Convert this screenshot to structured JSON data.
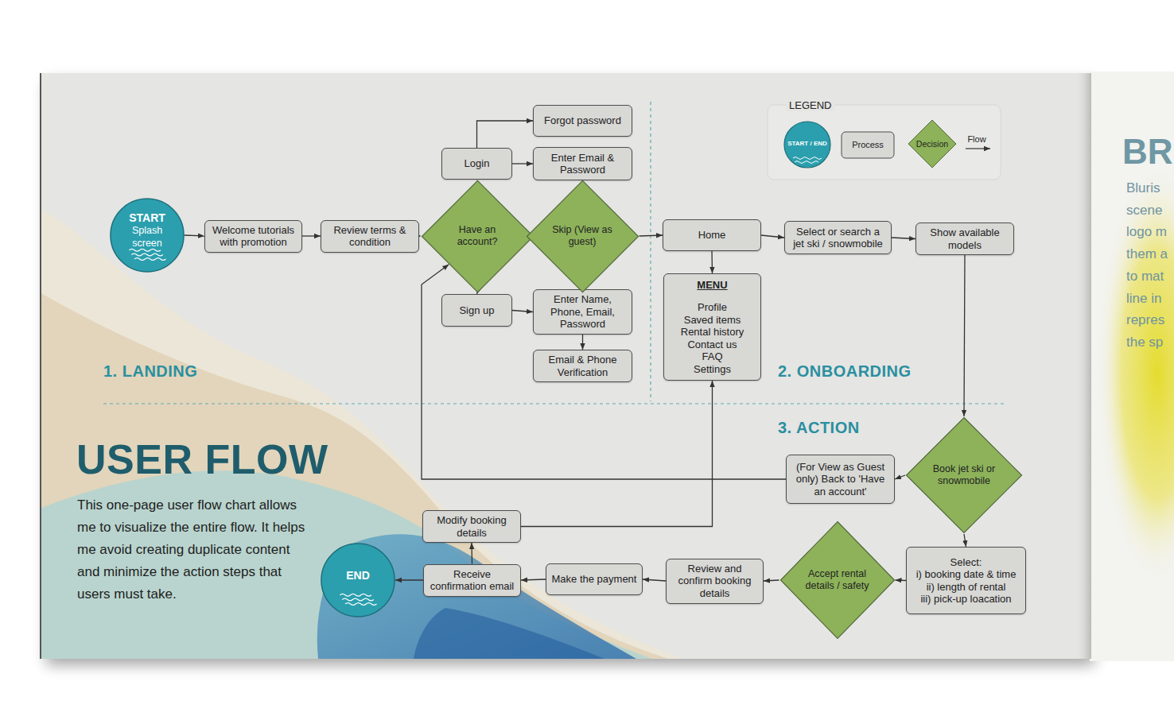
{
  "diagram": {
    "title": "USER FLOW",
    "caption": "This one-page user flow chart allows me to visualize the entire flow. It helps me avoid creating duplicate content and minimize the action steps that users must take.",
    "nodes": [
      {
        "text": [
          "START",
          "Splash screen"
        ]
      },
      {
        "text": [
          "Welcome tutorials with promotion"
        ]
      },
      {
        "text": [
          "Review terms & condition"
        ]
      },
      {
        "text": [
          "Have an account?"
        ]
      },
      {
        "text": [
          "Login"
        ]
      },
      {
        "text": [
          "Forgot password"
        ]
      },
      {
        "text": [
          "Enter Email & Password"
        ]
      },
      {
        "text": [
          "Sign up"
        ]
      },
      {
        "text": [
          "Enter Name, Phone, Email, Password"
        ]
      },
      {
        "text": [
          "Email & Phone Verification"
        ]
      },
      {
        "text": [
          "Skip (View as guest)"
        ]
      },
      {
        "text": [
          "Home"
        ]
      },
      {
        "text": [
          "MENU",
          "Profile",
          "Saved items",
          "Rental history",
          "Contact us",
          "FAQ",
          "Settings"
        ]
      },
      {
        "text": [
          "Select or search a jet ski / snowmobile"
        ]
      },
      {
        "text": [
          "Show available models"
        ]
      },
      {
        "text": [
          "Book jet ski or snowmobile"
        ]
      },
      {
        "text": [
          "(For View as Guest only) Back to 'Have an account'"
        ]
      },
      {
        "text": [
          "Select:",
          "i) booking date & time",
          "ii) length of rental",
          "iii) pick-up loacation"
        ]
      },
      {
        "text": [
          "Accept rental details / safety"
        ]
      },
      {
        "text": [
          "Review and confirm booking details"
        ]
      },
      {
        "text": [
          "Make the payment"
        ]
      },
      {
        "text": [
          "Receive confirmation email"
        ]
      },
      {
        "text": [
          "Modify booking details"
        ]
      },
      {
        "text": [
          "END"
        ]
      }
    ],
    "edges": [
      {
        "from": 0,
        "to": 1,
        "arrow": "to"
      },
      {
        "from": 1,
        "to": 2,
        "arrow": "to"
      },
      {
        "from": 2,
        "to": 3,
        "arrow": "to"
      },
      {
        "from": 3,
        "to": 4,
        "arrow": "to"
      },
      {
        "from": 3,
        "to": 7,
        "arrow": "to"
      },
      {
        "from": 3,
        "to": 10,
        "arrow": "to"
      },
      {
        "from": 4,
        "to": 5,
        "arrow": "to"
      },
      {
        "from": 4,
        "to": 6,
        "arrow": "to"
      },
      {
        "from": 7,
        "to": 8,
        "arrow": "to"
      },
      {
        "from": 8,
        "to": 9,
        "arrow": "to"
      },
      {
        "from": 10,
        "to": 11,
        "arrow": "to"
      },
      {
        "from": 11,
        "to": 12,
        "arrow": "to"
      },
      {
        "from": 11,
        "to": 13,
        "arrow": "to"
      },
      {
        "from": 13,
        "to": 14,
        "arrow": "to"
      },
      {
        "from": 14,
        "to": 15,
        "arrow": "to"
      },
      {
        "from": 15,
        "to": 16,
        "arrow": "to"
      },
      {
        "from": 16,
        "to": 3,
        "arrow": "to"
      },
      {
        "from": 15,
        "to": 17,
        "arrow": "to"
      },
      {
        "from": 17,
        "to": 18,
        "arrow": "to"
      },
      {
        "from": 18,
        "to": 19,
        "arrow": "to"
      },
      {
        "from": 19,
        "to": 20,
        "arrow": "to"
      },
      {
        "from": 20,
        "to": 21,
        "arrow": "to"
      },
      {
        "from": 21,
        "to": 23,
        "arrow": "to"
      },
      {
        "from": 21,
        "to": 22,
        "arrow": "to"
      },
      {
        "from": 22,
        "to": 12,
        "arrow": "to"
      }
    ],
    "labels": [
      "1. LANDING",
      "2. ONBOARDING",
      "3. ACTION",
      "LEGEND",
      "BR",
      "Bluris",
      "scene",
      "logo m",
      "them a",
      "to mat",
      "line in",
      "repres",
      "the sp"
    ],
    "legend": [
      {
        "text": "START / END"
      },
      {
        "text": "Process"
      },
      {
        "text": "Decision"
      },
      {
        "text": "Flow"
      }
    ]
  }
}
